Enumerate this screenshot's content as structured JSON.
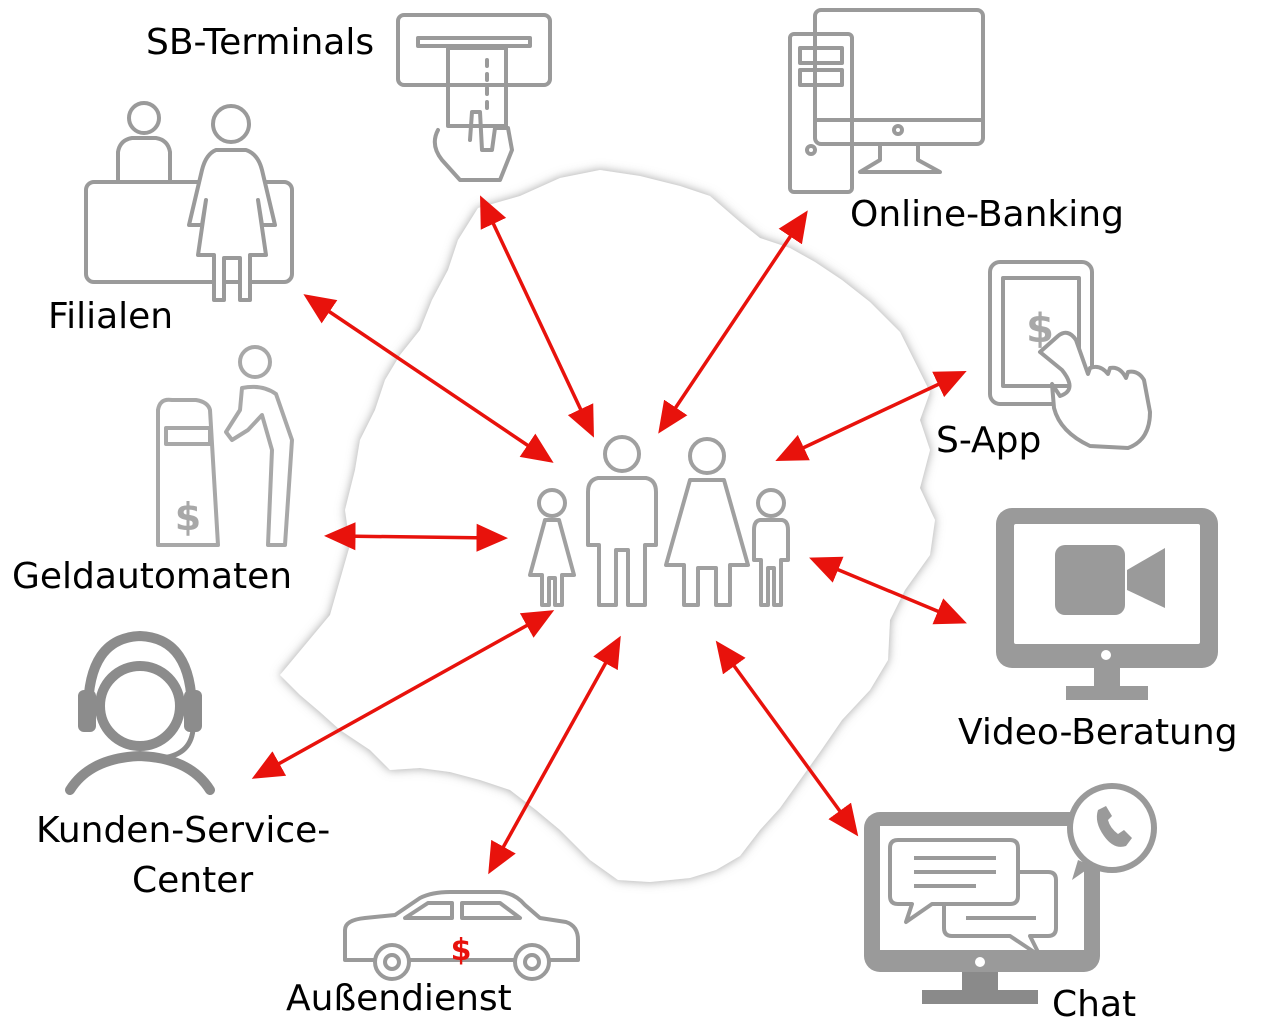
{
  "channels": {
    "sb_terminals": "SB-Terminals",
    "online_banking": "Online-Banking",
    "filialen": "Filialen",
    "s_app": "S-App",
    "geldautomaten": "Geldautomaten",
    "video_beratung": "Video-Beratung",
    "kunden_service_line1": "Kunden-Service-",
    "kunden_service_line2": "Center",
    "aussendienst": "Außendienst",
    "chat": "Chat"
  },
  "brand_symbol": "$",
  "colors": {
    "arrow": "#e8120c",
    "icon_gray": "#9a9a9a",
    "icon_dark": "#8c8c8c",
    "map_fill": "#ffffff",
    "map_shadow": "#c9c9c9",
    "sparkasse_red": "#e8120c"
  },
  "icons": [
    "atm-card-icon",
    "desktop-computer-icon",
    "bank-counter-icon",
    "tablet-touch-icon",
    "cash-machine-icon",
    "video-monitor-icon",
    "headset-agent-icon",
    "car-icon",
    "chat-monitor-icon",
    "family-icon"
  ]
}
